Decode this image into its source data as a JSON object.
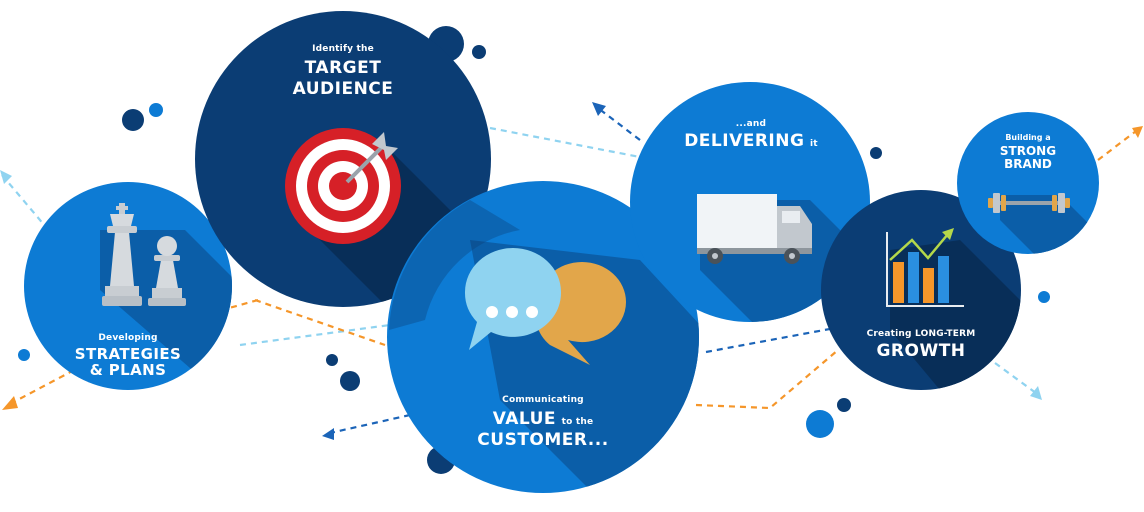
{
  "circles": {
    "strategies": {
      "line1": "Developing",
      "line2": "STRATEGIES",
      "line3": "& PLANS",
      "icon": "chess-pieces-icon"
    },
    "target": {
      "line1": "Identify the",
      "line2": "TARGET",
      "line3": "AUDIENCE",
      "icon": "target-icon"
    },
    "value": {
      "line1": "Communicating",
      "line2a": "VALUE",
      "line2b": "to the",
      "line3": "CUSTOMER...",
      "icon": "speech-bubbles-icon"
    },
    "delivering": {
      "line1": "...and",
      "line2a": "DELIVERING",
      "line2b": "it",
      "icon": "delivery-truck-icon"
    },
    "growth": {
      "line1": "Creating LONG-TERM",
      "line2": "GROWTH",
      "icon": "growth-chart-icon"
    },
    "brand": {
      "line1": "Building a",
      "line2": "STRONG",
      "line3": "BRAND",
      "icon": "dumbbell-icon"
    }
  },
  "colors": {
    "light_blue": "#0d7bd4",
    "dark_blue": "#0b3d74",
    "orange": "#f5962a",
    "sky": "#8fd3f0",
    "target_red": "#d62027"
  }
}
